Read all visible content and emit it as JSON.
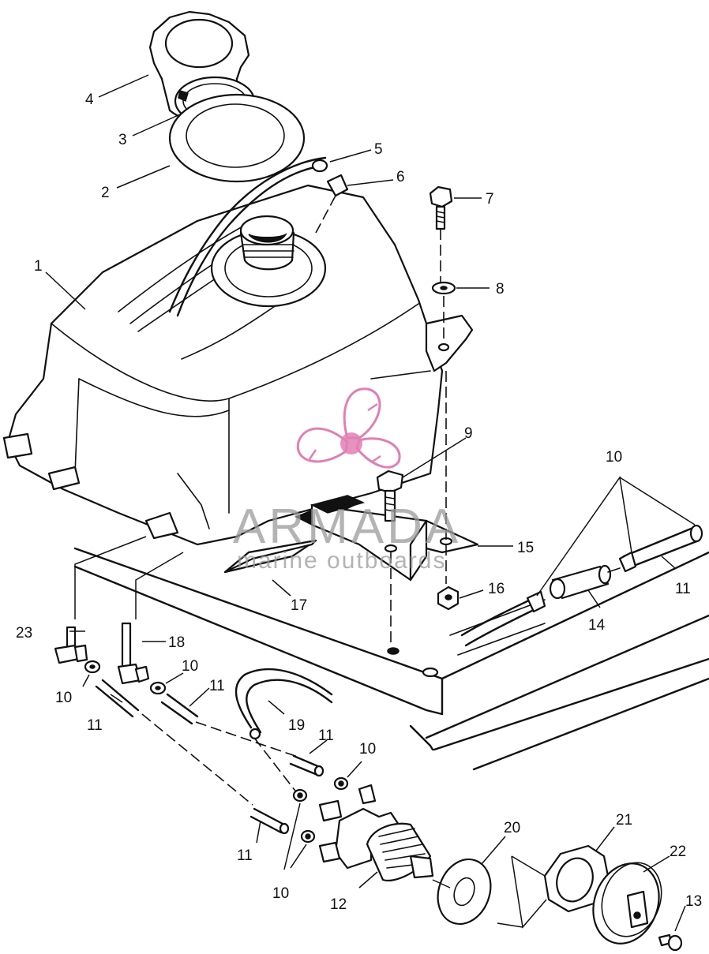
{
  "callouts": [
    {
      "id": "1",
      "text": "1"
    },
    {
      "id": "2",
      "text": "2"
    },
    {
      "id": "3",
      "text": "3"
    },
    {
      "id": "4",
      "text": "4"
    },
    {
      "id": "5",
      "text": "5"
    },
    {
      "id": "6",
      "text": "6"
    },
    {
      "id": "7",
      "text": "7"
    },
    {
      "id": "8",
      "text": "8"
    },
    {
      "id": "9",
      "text": "9"
    },
    {
      "id": "10a",
      "text": "10"
    },
    {
      "id": "10b",
      "text": "10"
    },
    {
      "id": "10c",
      "text": "10"
    },
    {
      "id": "10d",
      "text": "10"
    },
    {
      "id": "10e",
      "text": "10"
    },
    {
      "id": "11a",
      "text": "11"
    },
    {
      "id": "11b",
      "text": "11"
    },
    {
      "id": "11c",
      "text": "11"
    },
    {
      "id": "11d",
      "text": "11"
    },
    {
      "id": "11e",
      "text": "11"
    },
    {
      "id": "12",
      "text": "12"
    },
    {
      "id": "13",
      "text": "13"
    },
    {
      "id": "14",
      "text": "14"
    },
    {
      "id": "15",
      "text": "15"
    },
    {
      "id": "16",
      "text": "16"
    },
    {
      "id": "17",
      "text": "17"
    },
    {
      "id": "18",
      "text": "18"
    },
    {
      "id": "19",
      "text": "19"
    },
    {
      "id": "20",
      "text": "20"
    },
    {
      "id": "21",
      "text": "21"
    },
    {
      "id": "22",
      "text": "22"
    },
    {
      "id": "23",
      "text": "23"
    }
  ],
  "watermark": {
    "brand": "ARMADA",
    "tagline": "marine outboards",
    "brand_color": "#d9559a",
    "text_color": "#9a9a9a"
  }
}
